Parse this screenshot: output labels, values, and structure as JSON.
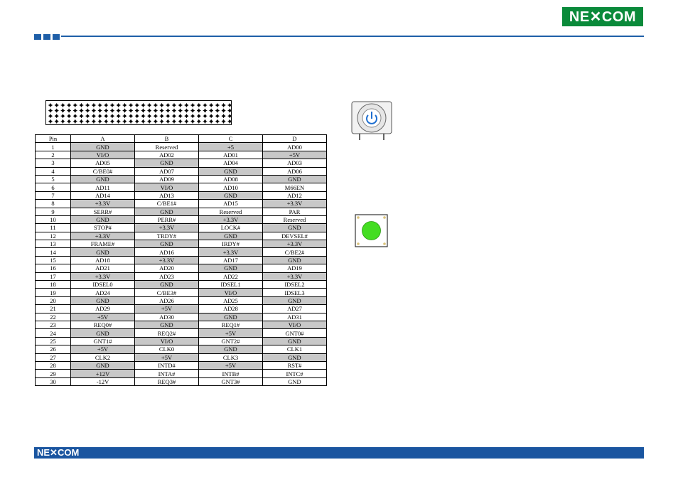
{
  "header": {
    "logo_text": "NE✕COM"
  },
  "footer": {
    "logo_text": "NE✕COM"
  },
  "colors": {
    "brand_blue": "#1f5fa8",
    "logo_green": "#0a8a3a",
    "led_green": "#44dd22",
    "shade_gray": "#c8c8c8"
  },
  "pin_table": {
    "headers": [
      "Pin",
      "A",
      "B",
      "C",
      "D"
    ],
    "rows": [
      [
        "1",
        "GND",
        "Reserved",
        "+5",
        "AD00"
      ],
      [
        "2",
        "VI/O",
        "AD02",
        "AD01",
        "+5V"
      ],
      [
        "3",
        "AD05",
        "GND",
        "AD04",
        "AD03"
      ],
      [
        "4",
        "C/BE0#",
        "AD07",
        "GND",
        "AD06"
      ],
      [
        "5",
        "GND",
        "AD09",
        "AD08",
        "GND"
      ],
      [
        "6",
        "AD11",
        "VI/O",
        "AD10",
        "M66EN"
      ],
      [
        "7",
        "AD14",
        "AD13",
        "GND",
        "AD12"
      ],
      [
        "8",
        "+3.3V",
        "C/BE1#",
        "AD15",
        "+3.3V"
      ],
      [
        "9",
        "SERR#",
        "GND",
        "Reserved",
        "PAR"
      ],
      [
        "10",
        "GND",
        "PERR#",
        "+3.3V",
        "Reserved"
      ],
      [
        "11",
        "STOP#",
        "+3.3V",
        "LOCK#",
        "GND"
      ],
      [
        "12",
        "+3.3V",
        "TRDY#",
        "GND",
        "DEVSEL#"
      ],
      [
        "13",
        "FRAME#",
        "GND",
        "IRDY#",
        "+3.3V"
      ],
      [
        "14",
        "GND",
        "AD16",
        "+3.3V",
        "C/BE2#"
      ],
      [
        "15",
        "AD18",
        "+3.3V",
        "AD17",
        "GND"
      ],
      [
        "16",
        "AD21",
        "AD20",
        "GND",
        "AD19"
      ],
      [
        "17",
        "+3.3V",
        "AD23",
        "AD22",
        "+3.3V"
      ],
      [
        "18",
        "IDSEL0",
        "GND",
        "IDSEL1",
        "IDSEL2"
      ],
      [
        "19",
        "AD24",
        "C/BE3#",
        "VI/O",
        "IDSEL3"
      ],
      [
        "20",
        "GND",
        "AD26",
        "AD25",
        "GND"
      ],
      [
        "21",
        "AD29",
        "+5V",
        "AD28",
        "AD27"
      ],
      [
        "22",
        "+5V",
        "AD30",
        "GND",
        "AD31"
      ],
      [
        "23",
        "REQ0#",
        "GND",
        "REQ1#",
        "VI/O"
      ],
      [
        "24",
        "GND",
        "REQ2#",
        "+5V",
        "GNT0#"
      ],
      [
        "25",
        "GNT1#",
        "VI/O",
        "GNT2#",
        "GND"
      ],
      [
        "26",
        "+5V",
        "CLK0",
        "GND",
        "CLK1"
      ],
      [
        "27",
        "CLK2",
        "+5V",
        "CLK3",
        "GND"
      ],
      [
        "28",
        "GND",
        "INTD#",
        "+5V",
        "RST#"
      ],
      [
        "29",
        "+12V",
        "INTA#",
        "INTB#",
        "INTC#"
      ],
      [
        "30",
        "-12V",
        "REQ3#",
        "GNT3#",
        "GND"
      ]
    ],
    "shading": [
      [
        0,
        1,
        0,
        1,
        0
      ],
      [
        0,
        1,
        0,
        0,
        1
      ],
      [
        0,
        0,
        1,
        0,
        0
      ],
      [
        0,
        0,
        0,
        1,
        0
      ],
      [
        0,
        1,
        0,
        0,
        1
      ],
      [
        0,
        0,
        1,
        0,
        0
      ],
      [
        0,
        0,
        0,
        1,
        0
      ],
      [
        0,
        1,
        0,
        0,
        1
      ],
      [
        0,
        0,
        1,
        0,
        0
      ],
      [
        0,
        1,
        0,
        1,
        0
      ],
      [
        0,
        0,
        1,
        0,
        1
      ],
      [
        0,
        1,
        0,
        1,
        0
      ],
      [
        0,
        0,
        1,
        0,
        1
      ],
      [
        0,
        1,
        0,
        1,
        0
      ],
      [
        0,
        0,
        1,
        0,
        1
      ],
      [
        0,
        0,
        0,
        1,
        0
      ],
      [
        0,
        1,
        0,
        0,
        1
      ],
      [
        0,
        0,
        1,
        0,
        0
      ],
      [
        0,
        0,
        0,
        1,
        0
      ],
      [
        0,
        1,
        0,
        0,
        1
      ],
      [
        0,
        0,
        1,
        0,
        0
      ],
      [
        0,
        1,
        0,
        1,
        0
      ],
      [
        0,
        0,
        1,
        0,
        1
      ],
      [
        0,
        1,
        0,
        1,
        0
      ],
      [
        0,
        0,
        1,
        0,
        1
      ],
      [
        0,
        1,
        0,
        1,
        0
      ],
      [
        0,
        0,
        1,
        0,
        1
      ],
      [
        0,
        1,
        0,
        1,
        0
      ],
      [
        0,
        1,
        0,
        0,
        0
      ],
      [
        0,
        0,
        0,
        0,
        0
      ]
    ]
  }
}
